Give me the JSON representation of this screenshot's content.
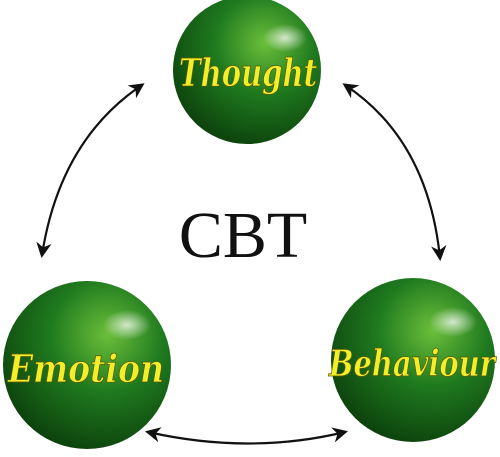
{
  "diagram": {
    "title": "CBT",
    "nodes": [
      {
        "id": "thought",
        "label": "Thought"
      },
      {
        "id": "behaviour",
        "label": "Behaviour"
      },
      {
        "id": "emotion",
        "label": "Emotion"
      }
    ],
    "edges": [
      {
        "from": "thought",
        "to": "behaviour",
        "direction": "bidirectional"
      },
      {
        "from": "behaviour",
        "to": "emotion",
        "direction": "bidirectional"
      },
      {
        "from": "emotion",
        "to": "thought",
        "direction": "bidirectional"
      }
    ]
  },
  "colors": {
    "sphere_light": "#6bbf3a",
    "sphere_mid": "#1f7a1f",
    "sphere_dark": "#0b3d0b",
    "label_text": "#f2ee2a",
    "label_stroke": "#5a5a00",
    "arrow": "#111111",
    "title": "#111111"
  }
}
